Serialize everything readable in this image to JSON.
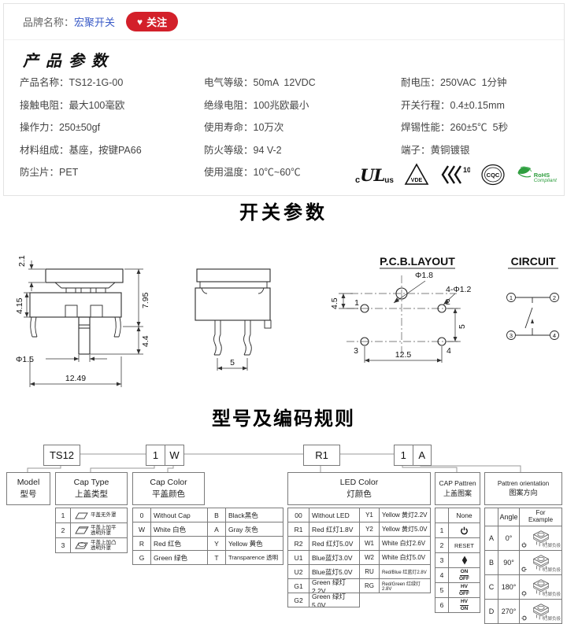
{
  "colors": {
    "accent_red": "#d3202a",
    "link_blue": "#3a5bc7",
    "rohs_green": "#2f9e3f"
  },
  "brand": {
    "label": "品牌名称：",
    "name": "宏聚开关",
    "heart": "♥",
    "follow_label": "关注"
  },
  "product": {
    "title": "产品参数",
    "col1": [
      "产品名称：TS12-1G-00",
      "接触电阻：最大100毫欧",
      "操作力：250±50gf",
      "材料组成：基座，按键PA66",
      "防尘片：PET"
    ],
    "col2": [
      "电气等级：50mA  12VDC",
      "绝缘电阻：100兆欧最小",
      "使用寿命：10万次",
      "防火等级：94 V-2",
      "使用温度：10℃~60℃"
    ],
    "col3": [
      "耐电压：250VAC  1分钟",
      "开关行程：0.4±0.15mm",
      "焊锡性能：260±5℃  5秒",
      "端子：黄铜镀银"
    ],
    "certs": [
      "cULus",
      "VDE",
      "ENEC-10",
      "CQC",
      "RoHS-Compliant"
    ],
    "cert_texts": {
      "ul_c": "c",
      "ul": "UL",
      "ul_us": "us",
      "vde": "VDE",
      "enec": "10",
      "cqc": "CQC",
      "rohs1": "RoHS",
      "rohs2": "Compliant"
    }
  },
  "switch_section": {
    "title": "开关参数",
    "front": {
      "dims": {
        "d21": "2.1",
        "d415": "4.15",
        "d795": "7.95",
        "d44": "4.4",
        "dphi": "Φ1.5",
        "d1249": "12.49"
      }
    },
    "side": {
      "dim5": "5"
    },
    "pcb": {
      "title": "P.C.B.LAYOUT",
      "phi18": "Φ1.8",
      "phi12": "4-Φ1.2",
      "d45": "4.5",
      "d5": "5",
      "d125": "12.5",
      "pins": [
        "1",
        "2",
        "3",
        "4"
      ]
    },
    "circuit": {
      "title": "CIRCUIT",
      "pins": [
        "1",
        "2",
        "3",
        "4"
      ]
    }
  },
  "coding": {
    "title": "型号及编码规则",
    "code": {
      "model": "TS12",
      "cap_type": "1",
      "cap_color": "W",
      "led": "R1",
      "pattern": "1",
      "orientation": "A"
    },
    "headers": {
      "model": {
        "en": "Model",
        "cn": "型号"
      },
      "cap_type": {
        "en": "Cap Type",
        "cn": "上盖类型"
      },
      "cap_color": {
        "en": "Cap Color",
        "cn": "平盖颜色"
      },
      "led": {
        "en": "LED Color",
        "cn": "灯颜色"
      },
      "pattern": {
        "en": "CAP Pattren",
        "cn": "上盖图案"
      },
      "orientation": {
        "en": "Pattren orientation",
        "cn": "图案方向"
      }
    },
    "cap_type_rows": [
      {
        "num": "1",
        "label1": "平盖无外罩",
        "label2": ""
      },
      {
        "num": "2",
        "label1": "平盖上加平",
        "label2": "透明外罩"
      },
      {
        "num": "3",
        "label1": "平盖上加凸",
        "label2": "透明外罩"
      }
    ],
    "cap_color_rows": [
      {
        "c1": "0",
        "l1": "Without Cap",
        "c2": "B",
        "l2": "Black黑色"
      },
      {
        "c1": "W",
        "l1": "White 白色",
        "c2": "A",
        "l2": "Gray 灰色"
      },
      {
        "c1": "R",
        "l1": "Red 红色",
        "c2": "Y",
        "l2": "Yellow 黄色"
      },
      {
        "c1": "G",
        "l1": "Green 绿色",
        "c2": "T",
        "l2": "Transparence 透明"
      }
    ],
    "led_left": [
      {
        "c": "00",
        "l": "Without LED"
      },
      {
        "c": "R1",
        "l": "Red 红灯1.8V"
      },
      {
        "c": "R2",
        "l": "Red 红灯5.0V"
      },
      {
        "c": "U1",
        "l": "Blue蓝灯3.0V"
      },
      {
        "c": "U2",
        "l": "Blue蓝灯5.0V"
      },
      {
        "c": "G1",
        "l": "Green 绿灯2.2V"
      },
      {
        "c": "G2",
        "l": "Green 绿灯5.0V"
      }
    ],
    "led_right": [
      {
        "c": "Y1",
        "l": "Yellow 黄灯2.2V"
      },
      {
        "c": "Y2",
        "l": "Yellow 黄灯5.0V"
      },
      {
        "c": "W1",
        "l": "White 白灯2.6V"
      },
      {
        "c": "W2",
        "l": "White 白灯5.0V"
      },
      {
        "c": "RU",
        "l": "Red/Blue 红蓝灯2.8V"
      },
      {
        "c": "RG",
        "l": "Red/Green 红绿灯2.8V"
      }
    ],
    "pattern_table": {
      "header": "None",
      "rows": [
        {
          "num": "1",
          "symbol": "power-icon"
        },
        {
          "num": "2",
          "text": "RESET"
        },
        {
          "num": "3",
          "symbol": "diamond-icon"
        },
        {
          "num": "4",
          "top": "ON",
          "bottom": "OFF"
        },
        {
          "num": "5",
          "top": "HV",
          "bottom": "OFF"
        },
        {
          "num": "6",
          "top": "HV",
          "bottom": "ON"
        }
      ]
    },
    "orientation_table": {
      "angle_header": "Angle",
      "example_header1": "For",
      "example_header2": "Example",
      "caption": "灯脚负极",
      "rows": [
        {
          "letter": "A",
          "angle": "0°"
        },
        {
          "letter": "B",
          "angle": "90°"
        },
        {
          "letter": "C",
          "angle": "180°"
        },
        {
          "letter": "D",
          "angle": "270°"
        }
      ]
    }
  }
}
